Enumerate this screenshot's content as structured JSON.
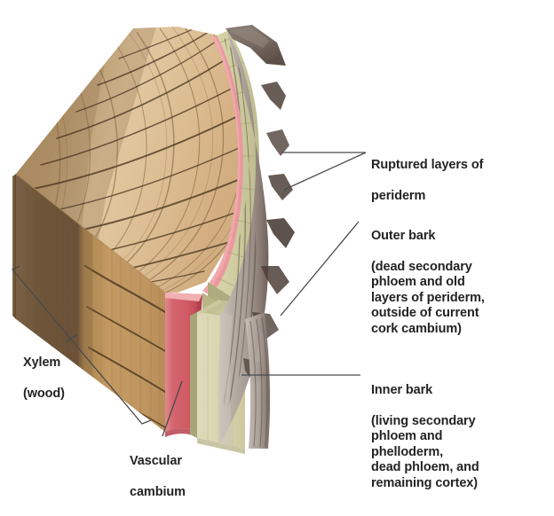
{
  "figure": {
    "title": "Bark and wood anatomy of a woody stem cross-section",
    "type": "anatomical-cutaway-diagram"
  },
  "labels": {
    "ruptured_periderm": {
      "title": "Ruptured layers of",
      "detail": "periderm"
    },
    "outer_bark": {
      "title": "Outer bark",
      "detail": "(dead secondary\nphloem and old\nlayers of periderm,\noutside of current\ncork cambium)"
    },
    "inner_bark": {
      "title": "Inner bark",
      "detail": "(living secondary\nphloem and\nphelloderm,\ndead phloem, and\nremaining cortex)"
    },
    "xylem": {
      "title": "Xylem",
      "detail": "(wood)"
    },
    "vascular_cambium": {
      "title": "Vascular",
      "detail": "cambium"
    }
  },
  "colors": {
    "background": "#ffffff",
    "text": "#232323",
    "leader_line": "#4a4a4a",
    "heartwood_dark": "#6b5138",
    "sapwood_light": "#c49a62",
    "top_face_wood": "#d7b48a",
    "top_face_wood_light": "#e3c79f",
    "growth_ring": "#6b4f30",
    "cambium_pink": "#f0a8ad",
    "cambium_red": "#cf5a63",
    "cambium_red_dark": "#b8414c",
    "inner_bark_olive": "#d7d3ab",
    "inner_bark_olive_dark": "#b4b183",
    "inner_bark_side": "#a8a578",
    "outer_bark_gray": "#b0a79f",
    "outer_bark_gray_dark": "#7d7068",
    "outer_bark_notch": "#4d4038",
    "phloem_ray": "#cdcba0"
  },
  "regions": [
    {
      "name": "xylem-heartwood",
      "description": "dark brown inner wood on front face"
    },
    {
      "name": "xylem-sapwood",
      "description": "light golden outer wood on front face"
    },
    {
      "name": "growth-rings",
      "description": "concentric arcs and radial rays on top face"
    },
    {
      "name": "vascular-cambium",
      "description": "thin pink/red layer between wood and bark"
    },
    {
      "name": "inner-bark",
      "description": "pale olive block of living secondary phloem"
    },
    {
      "name": "outer-bark",
      "description": "gray striated outermost ragged layer"
    }
  ]
}
